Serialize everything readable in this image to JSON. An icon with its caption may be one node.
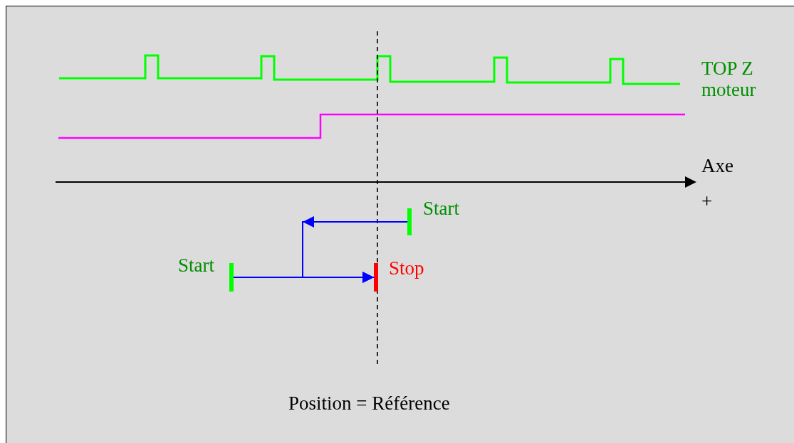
{
  "diagram": {
    "nodes": [
      {
        "text": [
          "Start"
        ]
      },
      {
        "text": [
          "Start"
        ]
      },
      {
        "text": [
          "Stop"
        ]
      }
    ],
    "edges": [
      {
        "from": 0,
        "to": 2,
        "arrow": "to"
      },
      {
        "from": 1,
        "to": 2,
        "arrow": "to"
      }
    ],
    "labels": [
      "TOP Z moteur",
      "Axe",
      "+",
      "Position = Référence"
    ]
  }
}
